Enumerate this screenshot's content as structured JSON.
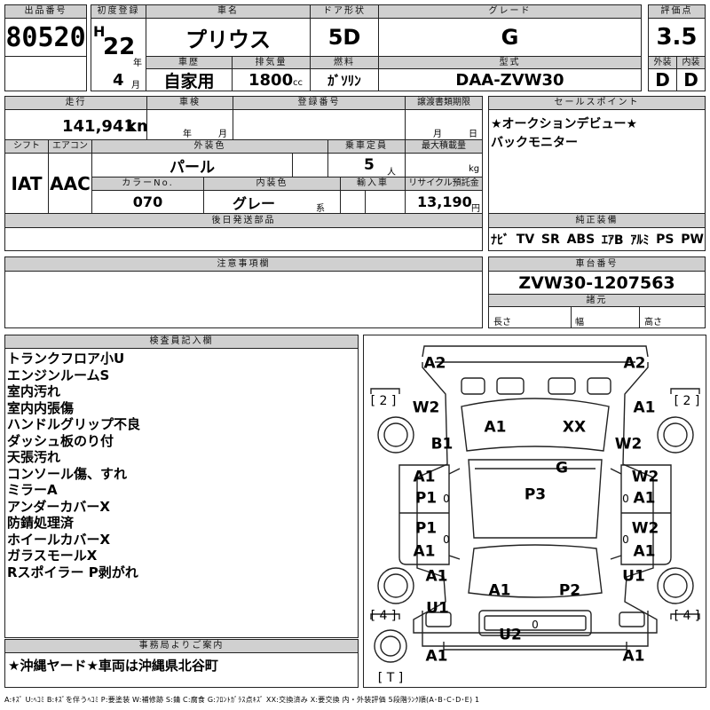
{
  "headers": {
    "lot": "出品番号",
    "first_reg": "初度登録",
    "car_name": "車名",
    "door": "ドア形状",
    "grade": "グレード",
    "score": "評価点",
    "history": "車歴",
    "displacement": "排気量",
    "fuel": "燃料",
    "model": "型式",
    "exterior": "外装",
    "interior": "内装",
    "mileage": "走行",
    "inspection": "車検",
    "reg_no": "登録番号",
    "transfer": "譲渡書類期限",
    "sales_point": "セールスポイント",
    "shift": "シフト",
    "aircon": "エアコン",
    "ext_color": "外装色",
    "capacity": "乗車定員",
    "max_load": "最大積載量",
    "color_no": "カラーNo.",
    "int_color": "内装色",
    "import": "輸入車",
    "recycle": "リサイクル預託金",
    "later_parts": "後日発送部品",
    "genuine": "純正装備",
    "caution": "注意事項欄",
    "chassis": "車台番号",
    "specs": "諸元",
    "inspector": "検査員記入欄",
    "office": "事務局よりご案内"
  },
  "lot_number": "80520",
  "era": "H",
  "year": "22",
  "month": "4",
  "unit_year": "年",
  "unit_month": "月",
  "car_name": "プリウス",
  "door": "5D",
  "grade": "G",
  "score": "3.5",
  "history": "自家用",
  "displacement": "1800",
  "displacement_unit": "cc",
  "fuel": "ｶﾞｿﾘﾝ",
  "model": "DAA-ZVW30",
  "exterior_grade": "D",
  "interior_grade": "D",
  "mileage": "141,941",
  "mileage_unit": "km",
  "insp_year": "年",
  "insp_month": "月",
  "transfer_month": "月",
  "transfer_day": "日",
  "sales_points": [
    "★オークションデビュー★",
    "バックモニター"
  ],
  "shift": "IAT",
  "aircon": "AAC",
  "ext_color": "パール",
  "capacity": "5",
  "capacity_unit": "人",
  "load_unit": "kg",
  "color_no": "070",
  "int_color": "グレー",
  "int_color_unit": "系",
  "recycle": "13,190",
  "recycle_unit": "円",
  "equipment": [
    "ﾅﾋﾞ",
    "TV",
    "SR",
    "ABS",
    "ｴｱB",
    "ｱﾙﾐ",
    "PS",
    "PW"
  ],
  "chassis": "ZVW30-1207563",
  "dims": {
    "length": "長さ",
    "width": "幅",
    "height": "高さ"
  },
  "inspector_notes": [
    "トランクフロア小U",
    "エンジンルームS",
    "室内汚れ",
    "室内内張傷",
    "ハンドルグリップ不良",
    "ダッシュ板のり付",
    "天張汚れ",
    "コンソール傷、すれ",
    "ミラーA",
    "アンダーカバーX",
    "防錆処理済",
    "ホイールカバーX",
    "ガラスモールX",
    "Rスポイラー P剥がれ"
  ],
  "office_note": "★沖縄ヤード★車両は沖縄県北谷町",
  "legend_key": "A:ｷｽﾞ  U:ﾍｺﾐ  B:ｷｽﾞを伴うﾍｺﾐ  P:要塗装  W:補修跡  S:錆  C:腐食  G:ﾌﾛﾝﾄｶﾞﾗｽ点ｷｽﾞ  XX:交換済み  X:要交換   内・外装評価  5段階ﾗﾝｸ順(A･B･C･D･E) 1",
  "diagram": {
    "side_left": "[ 2 ]",
    "side_right": "[ 2 ]",
    "rear_left": "[ 4 ]",
    "rear_right": "[ 4 ]",
    "trunk": "[ T ]",
    "marks": [
      "A2",
      "A2",
      "W2",
      "A1",
      "B1",
      "W2",
      "A1",
      "XX",
      "G",
      "A1",
      "P1",
      "W2",
      "A1",
      "P3",
      "P1",
      "W2",
      "A1",
      "A1",
      "A1",
      "U1",
      "A1",
      "P2",
      "U1",
      "U2",
      "A1",
      "A1",
      "0",
      "0",
      "0",
      "0",
      "0"
    ]
  }
}
